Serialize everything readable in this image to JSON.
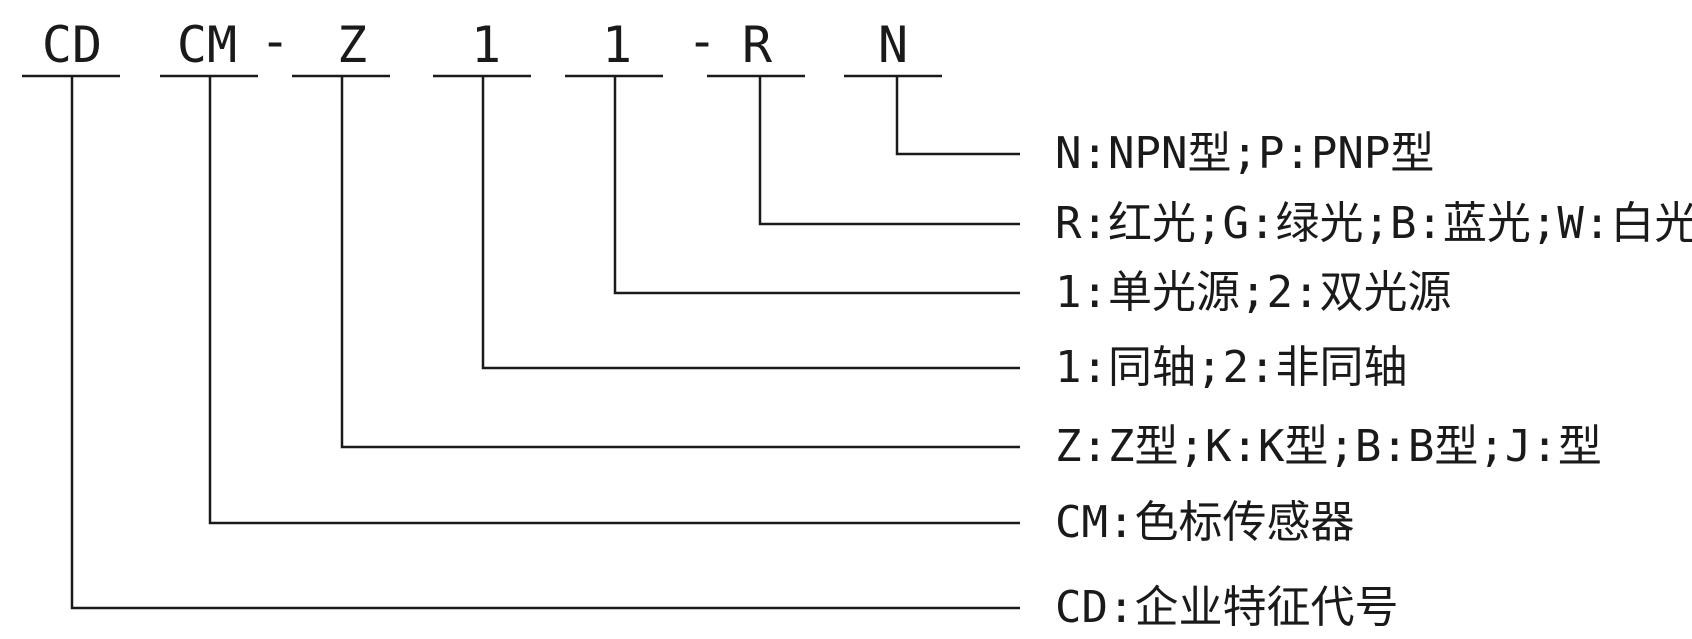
{
  "code_segments": [
    {
      "id": "cd",
      "text": "CD"
    },
    {
      "id": "cm",
      "text": "CM"
    },
    {
      "id": "z",
      "text": "Z"
    },
    {
      "id": "n1",
      "text": "1"
    },
    {
      "id": "n2",
      "text": "1"
    },
    {
      "id": "r",
      "text": "R"
    },
    {
      "id": "n",
      "text": "N"
    }
  ],
  "separators": [
    "-",
    "-"
  ],
  "descriptions": {
    "n": "N:NPN型;P:PNP型",
    "r": "R:红光;G:绿光;B:蓝光;W:白光",
    "n2": "1:单光源;2:双光源",
    "n1": "1:同轴;2:非同轴",
    "z": "Z:Z型;K:K型;B:B型;J:型",
    "cm": "CM:色标传感器",
    "cd": "CD:企业特征代号"
  }
}
